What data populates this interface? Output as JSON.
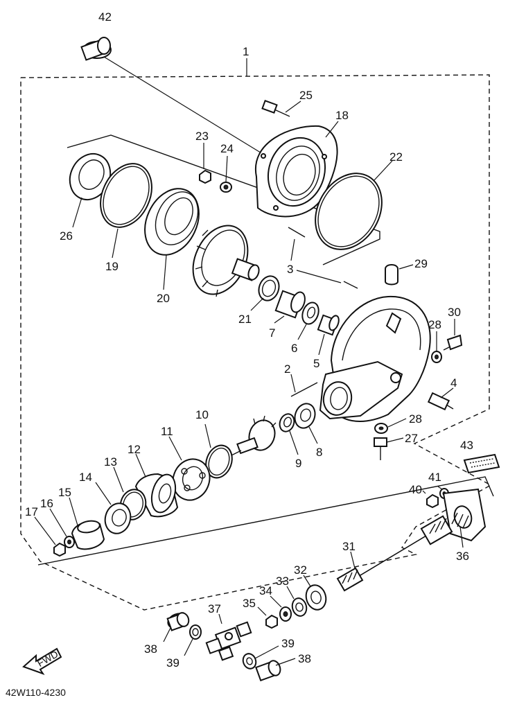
{
  "diagram": {
    "drawing_code": "42W110-4230",
    "fwd_label": "FWD",
    "callouts": [
      "42",
      "1",
      "25",
      "18",
      "23",
      "24",
      "22",
      "26",
      "19",
      "20",
      "3",
      "29",
      "21",
      "7",
      "6",
      "5",
      "28",
      "30",
      "2",
      "4",
      "10",
      "11",
      "12",
      "13",
      "14",
      "15",
      "16",
      "17",
      "9",
      "8",
      "28b",
      "27",
      "43",
      "41",
      "40",
      "31",
      "36",
      "32",
      "33",
      "34",
      "35",
      "37",
      "38",
      "39",
      "39b",
      "38b"
    ],
    "labels": {
      "c1": "1",
      "c2": "2",
      "c3": "3",
      "c4": "4",
      "c5": "5",
      "c6": "6",
      "c7": "7",
      "c8": "8",
      "c9": "9",
      "c10": "10",
      "c11": "11",
      "c12": "12",
      "c13": "13",
      "c14": "14",
      "c15": "15",
      "c16": "16",
      "c17": "17",
      "c18": "18",
      "c19": "19",
      "c20": "20",
      "c21": "21",
      "c22": "22",
      "c23": "23",
      "c24": "24",
      "c25": "25",
      "c26": "26",
      "c27": "27",
      "c28": "28",
      "c28b": "28",
      "c29": "29",
      "c30": "30",
      "c31": "31",
      "c32": "32",
      "c33": "33",
      "c34": "34",
      "c35": "35",
      "c36": "36",
      "c37": "37",
      "c38": "38",
      "c38b": "38",
      "c39": "39",
      "c39b": "39",
      "c40": "40",
      "c41": "41",
      "c42": "42",
      "c43": "43"
    }
  }
}
